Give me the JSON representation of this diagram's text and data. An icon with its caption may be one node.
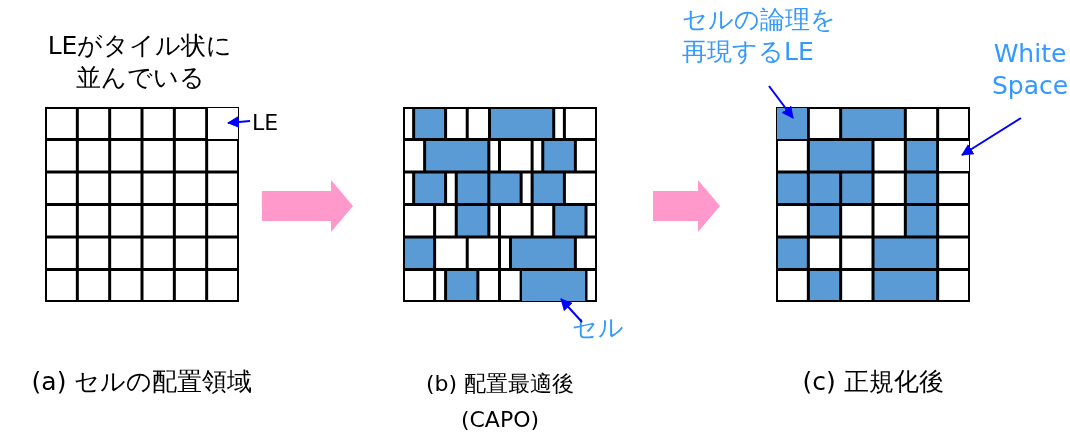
{
  "diagram": {
    "nodes": [
      {
        "text": [],
        "shape": "grid"
      },
      {
        "text": [],
        "shape": "box",
        "in": 0
      },
      {
        "text": [
          "LE"
        ]
      },
      {
        "text": [],
        "shape": "grid"
      },
      {
        "text": [],
        "shape": "box",
        "in": 3
      },
      {
        "text": [
          "セル"
        ]
      },
      {
        "text": [],
        "shape": "grid"
      },
      {
        "text": [],
        "shape": "box",
        "in": 6
      },
      {
        "text": [],
        "shape": "box",
        "in": 6
      },
      {
        "text": [
          "セルの論理を再現するLE"
        ]
      },
      {
        "text": [
          "White Space"
        ]
      }
    ],
    "edges": [
      {
        "from": 0,
        "to": 3,
        "arrow": "to",
        "style": "thick",
        "color": "#ff99cc"
      },
      {
        "from": 3,
        "to": 6,
        "arrow": "to",
        "style": "thick",
        "color": "#ff99cc"
      },
      {
        "from": 2,
        "to": 1,
        "arrow": "to"
      },
      {
        "from": 5,
        "to": 4,
        "arrow": "to"
      },
      {
        "from": 9,
        "to": 7,
        "arrow": "to"
      },
      {
        "from": 10,
        "to": 8,
        "arrow": "to"
      }
    ],
    "labels": [
      "LEがタイル状に並んでいる",
      "(a) セルの配置領域",
      "(b) 配置最適後 (CAPO)",
      "(c) 正規化後"
    ]
  }
}
